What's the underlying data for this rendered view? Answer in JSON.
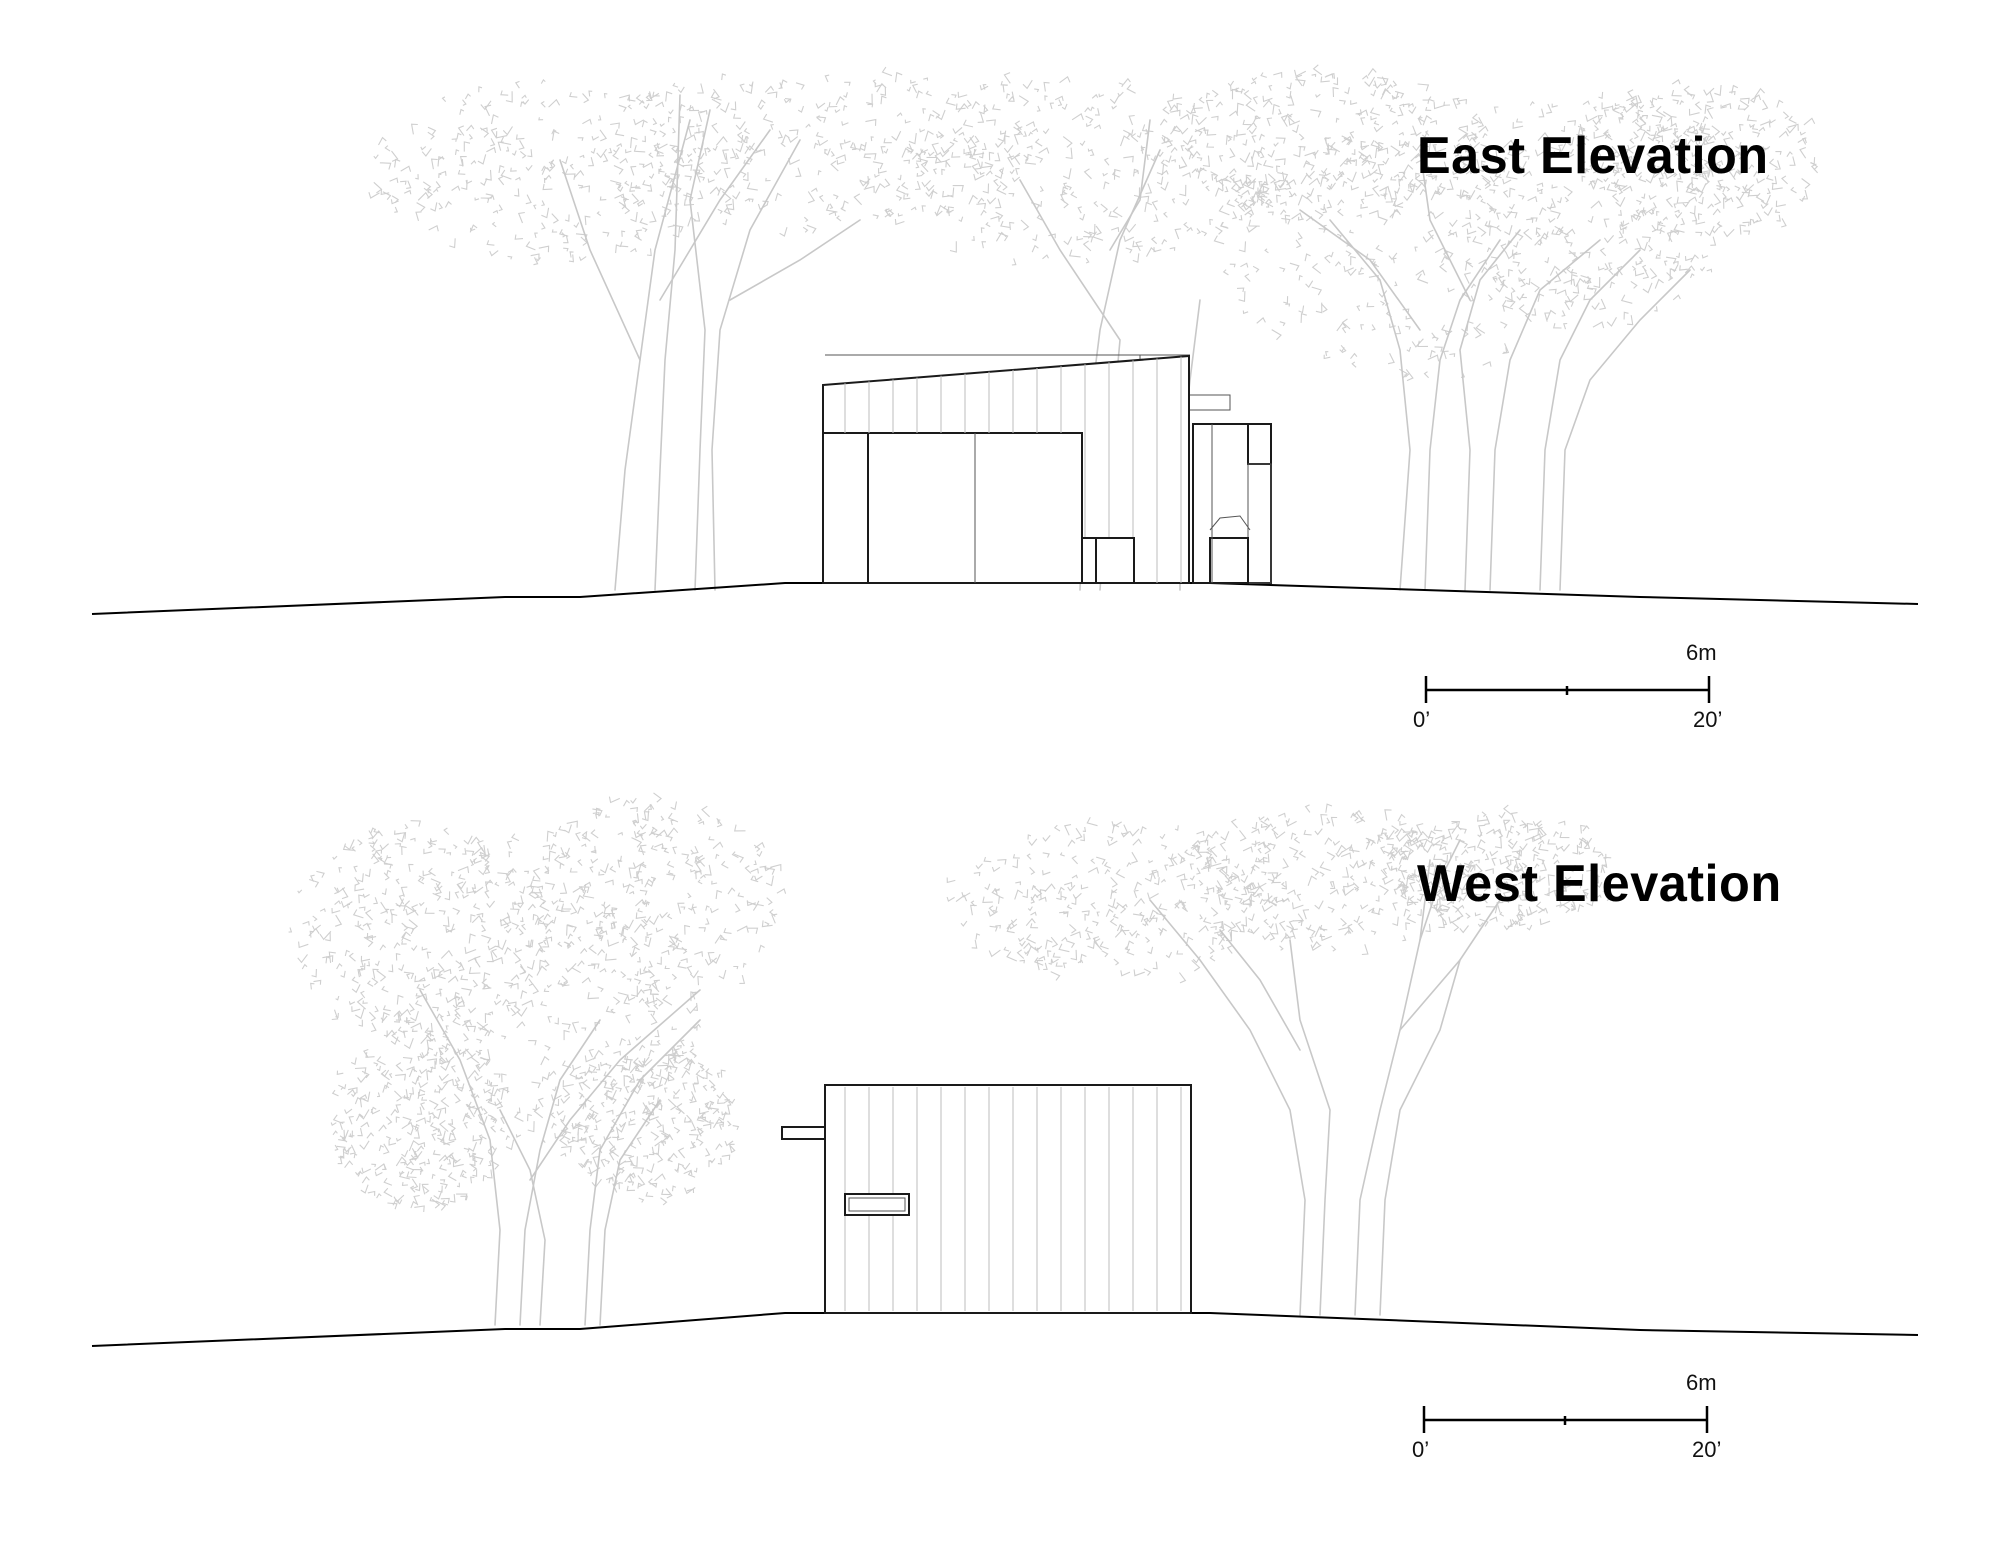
{
  "views": [
    {
      "title": "East Elevation",
      "scale": {
        "metric": "6m",
        "start": "0’",
        "end": "20’"
      }
    },
    {
      "title": "West Elevation",
      "scale": {
        "metric": "6m",
        "start": "0’",
        "end": "20’"
      }
    }
  ],
  "colors": {
    "linework": "#000000",
    "trees": "#c8c8c8",
    "background": "#ffffff"
  }
}
